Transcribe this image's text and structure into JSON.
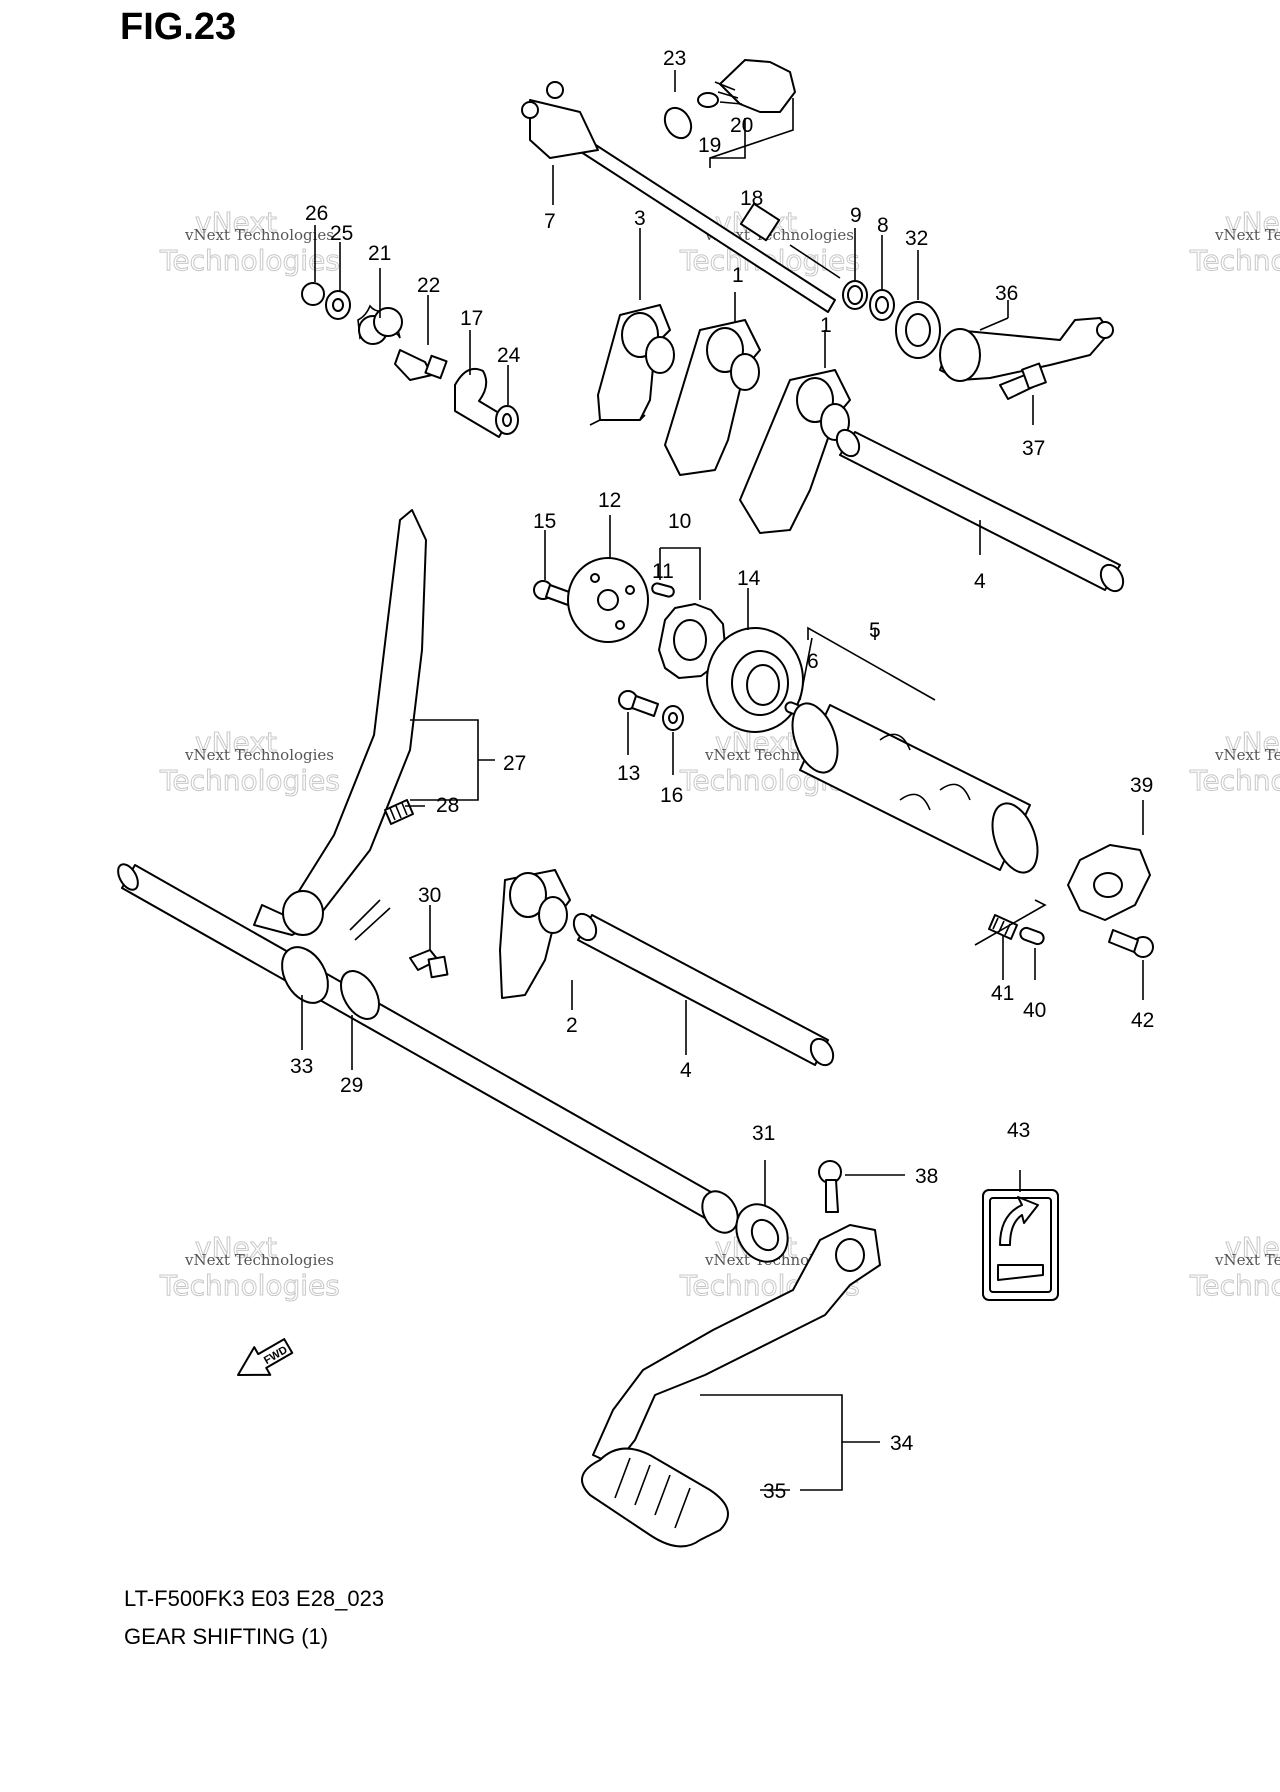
{
  "figure": {
    "title": "FIG.23",
    "model": "LT-F500FK3 E03 E28_023",
    "subtitle": "GEAR SHIFTING (1)"
  },
  "fwd_label": "FWD",
  "watermark": {
    "line1": "vNext Technologies",
    "line2": "vNext",
    "line3": "Technologies"
  },
  "callouts": {
    "c1a": "1",
    "c1b": "1",
    "c2": "2",
    "c3": "3",
    "c4a": "4",
    "c4b": "4",
    "c5": "5",
    "c6": "6",
    "c7": "7",
    "c8": "8",
    "c9": "9",
    "c10": "10",
    "c11": "11",
    "c12": "12",
    "c13": "13",
    "c14": "14",
    "c15": "15",
    "c16": "16",
    "c17": "17",
    "c18": "18",
    "c19": "19",
    "c20": "20",
    "c21": "21",
    "c22": "22",
    "c23": "23",
    "c24": "24",
    "c25": "25",
    "c26": "26",
    "c27": "27",
    "c28": "28",
    "c29": "29",
    "c30": "30",
    "c31": "31",
    "c32": "32",
    "c33": "33",
    "c34": "34",
    "c35": "35",
    "c36": "36",
    "c37": "37",
    "c38": "38",
    "c39": "39",
    "c40": "40",
    "c41": "41",
    "c42": "42",
    "c43": "43"
  }
}
